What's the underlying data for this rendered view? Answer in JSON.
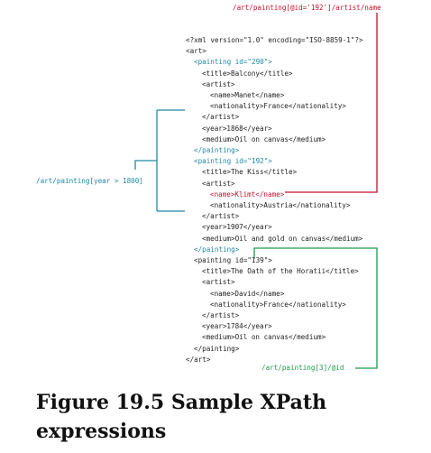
{
  "xpaths": {
    "top_right": "/art/painting[@id='192']/artist/name",
    "left": "/art/painting[year > 1800]",
    "bottom_right": "/art/painting[3]/@id"
  },
  "xml_lines": [
    {
      "text": "<?xml version=\"1.0\" encoding=\"ISO-8859-1\"?>",
      "indent": 0,
      "color": "default"
    },
    {
      "text": "<art>",
      "indent": 0,
      "color": "default"
    },
    {
      "text": "<painting id=\"290\">",
      "indent": 1,
      "color": "teal"
    },
    {
      "text": "<title>Balcony</title>",
      "indent": 2,
      "color": "default"
    },
    {
      "text": "<artist>",
      "indent": 2,
      "color": "default"
    },
    {
      "text": "<name>Manet</name>",
      "indent": 3,
      "color": "default"
    },
    {
      "text": "<nationality>France</nationality>",
      "indent": 3,
      "color": "default"
    },
    {
      "text": "</artist>",
      "indent": 2,
      "color": "default"
    },
    {
      "text": "<year>1868</year>",
      "indent": 2,
      "color": "default"
    },
    {
      "text": "<medium>Oil on canvas</medium>",
      "indent": 2,
      "color": "default"
    },
    {
      "text": "</painting>",
      "indent": 1,
      "color": "teal"
    },
    {
      "text": "<painting id=\"192\">",
      "indent": 1,
      "color": "teal"
    },
    {
      "text": "<title>The Kiss</title>",
      "indent": 2,
      "color": "default"
    },
    {
      "text": "<artist>",
      "indent": 2,
      "color": "default"
    },
    {
      "text": "<name>Klimt</name>",
      "indent": 3,
      "color": "red"
    },
    {
      "text": "<nationality>Austria</nationality>",
      "indent": 3,
      "color": "default"
    },
    {
      "text": "</artist>",
      "indent": 2,
      "color": "default"
    },
    {
      "text": "<year>1907</year>",
      "indent": 2,
      "color": "default"
    },
    {
      "text": "<medium>Oil and gold on canvas</medium>",
      "indent": 2,
      "color": "default"
    },
    {
      "text": "</painting>",
      "indent": 1,
      "color": "teal"
    },
    {
      "text": "<painting id=\"139\">",
      "indent": 1,
      "color": "default"
    },
    {
      "text": "<title>The Oath of the Horatii</title>",
      "indent": 2,
      "color": "default"
    },
    {
      "text": "<artist>",
      "indent": 2,
      "color": "default"
    },
    {
      "text": "<name>David</name>",
      "indent": 3,
      "color": "default"
    },
    {
      "text": "<nationality>France</nationality>",
      "indent": 3,
      "color": "default"
    },
    {
      "text": "</artist>",
      "indent": 2,
      "color": "default"
    },
    {
      "text": "<year>1784</year>",
      "indent": 2,
      "color": "default"
    },
    {
      "text": "<medium>Oil on canvas</medium>",
      "indent": 2,
      "color": "default"
    },
    {
      "text": "</painting>",
      "indent": 1,
      "color": "default"
    },
    {
      "text": "</art>",
      "indent": 0,
      "color": "default"
    }
  ],
  "caption": "Figure 19.5 Sample XPath expressions",
  "colors": {
    "teal": "#1f8aa2",
    "red": "#c8102e",
    "green": "#1e9a4c"
  }
}
